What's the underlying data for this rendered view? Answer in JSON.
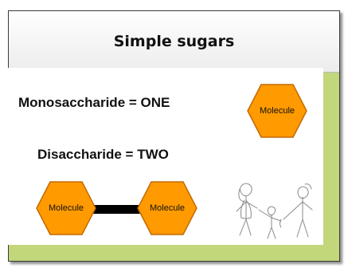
{
  "slide": {
    "title": "Simple sugars",
    "lines": {
      "mono": "Monosaccharide = ONE",
      "di": "Disaccharide = TWO"
    },
    "hexagon_label": "Molecule",
    "colors": {
      "hexagon_fill": "#ff9a00",
      "hexagon_stroke": "#c36a00",
      "frame": "#c2d67a",
      "bond": "#000000"
    },
    "image": "family-stick-figure-drawing"
  }
}
